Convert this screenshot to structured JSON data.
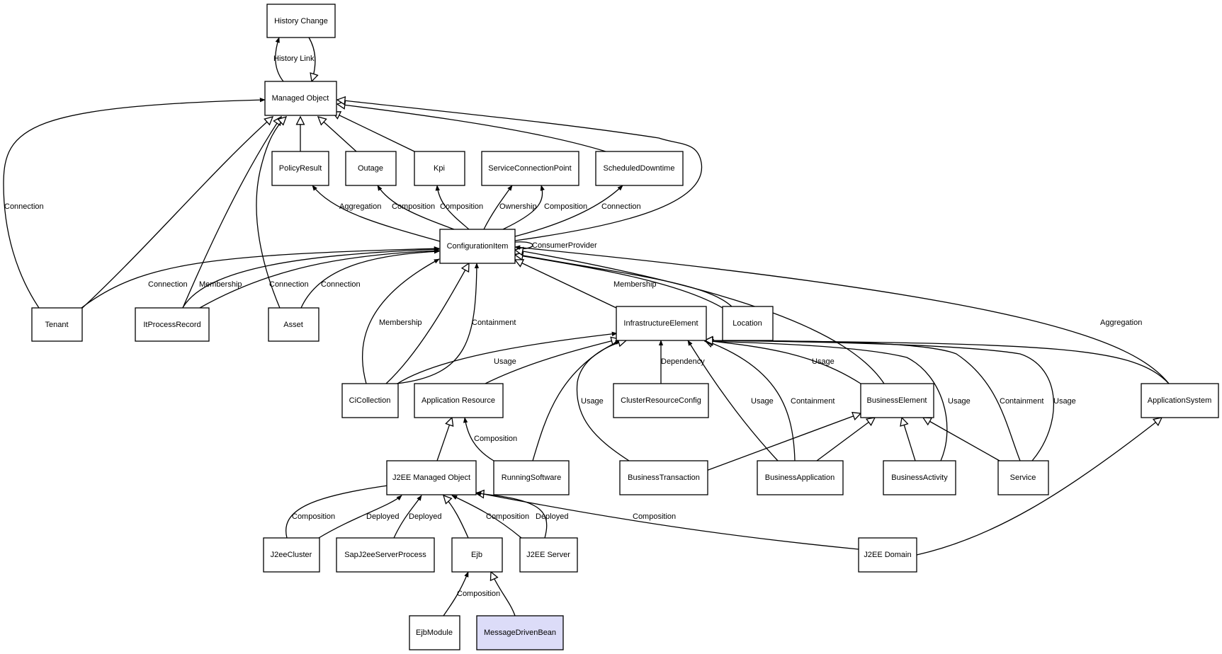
{
  "diagram": {
    "nodes": {
      "history_change": "History Change",
      "managed_object": "Managed Object",
      "policy_result": "PolicyResult",
      "outage": "Outage",
      "kpi": "Kpi",
      "service_connection_point": "ServiceConnectionPoint",
      "scheduled_downtime": "ScheduledDowntime",
      "configuration_item": "ConfigurationItem",
      "tenant": "Tenant",
      "it_process_record": "ItProcessRecord",
      "asset": "Asset",
      "infrastructure_element": "InfrastructureElement",
      "location": "Location",
      "ci_collection": "CiCollection",
      "application_resource": "Application Resource",
      "cluster_resource_config": "ClusterResourceConfig",
      "business_element": "BusinessElement",
      "application_system": "ApplicationSystem",
      "j2ee_managed_object": "J2EE Managed Object",
      "running_software": "RunningSoftware",
      "business_transaction": "BusinessTransaction",
      "business_application": "BusinessApplication",
      "business_activity": "BusinessActivity",
      "service": "Service",
      "j2ee_cluster": "J2eeCluster",
      "sap_j2ee_server_process": "SapJ2eeServerProcess",
      "ejb": "Ejb",
      "j2ee_server": "J2EE Server",
      "j2ee_domain": "J2EE Domain",
      "ejb_module": "EjbModule",
      "message_driven_bean": "MessageDrivenBean"
    },
    "edge_labels": {
      "history_link": "History Link",
      "tenant_connection_mo": "Connection",
      "ci_aggregation_policy": "Aggregation",
      "ci_composition_outage": "Composition",
      "ci_composition_kpi": "Composition",
      "ci_ownership_scp": "Ownership",
      "ci_composition_scp": "Composition",
      "ci_connection_sd": "Connection",
      "ci_consumer_provider": "ConsumerProvider",
      "tenant_connection_ci": "Connection",
      "itpr_membership_ci": "Membership",
      "itpr_connection_ci": "Connection",
      "asset_connection_ci": "Connection",
      "location_membership_ci": "Membership",
      "cicoll_membership_ci": "Membership",
      "cicoll_containment_ci": "Containment",
      "appsys_aggregation_ci": "Aggregation",
      "cicoll_usage_ie": "Usage",
      "crc_dependency_ie": "Dependency",
      "be_usage_ie": "Usage",
      "rs_usage_ie": "Usage",
      "ba_usage_ie": "Usage",
      "ba_containment_ie": "Containment",
      "bact_usage_ie": "Usage",
      "service_containment_ie": "Containment",
      "service_usage_ie": "Usage",
      "rs_composition_ar": "Composition",
      "cluster_composition_j2ee": "Composition",
      "cluster_deployed_j2ee": "Deployed",
      "sap_deployed_j2ee": "Deployed",
      "server_composition_j2ee": "Composition",
      "server_deployed_j2ee": "Deployed",
      "domain_composition_j2ee": "Composition",
      "ejbmodule_composition_ejb": "Composition"
    }
  }
}
